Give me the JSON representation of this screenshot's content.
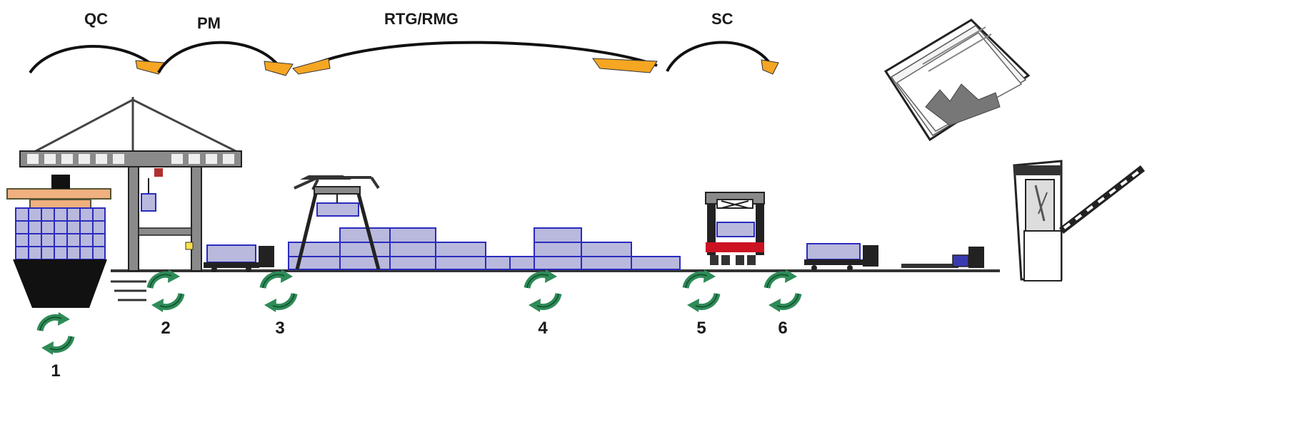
{
  "flow_labels": {
    "qc": "QC",
    "pm": "PM",
    "rtg_rmg": "RTG/RMG",
    "sc": "SC"
  },
  "process_points": [
    {
      "number": "1",
      "icon": "cycle-icon"
    },
    {
      "number": "2",
      "icon": "cycle-icon"
    },
    {
      "number": "3",
      "icon": "cycle-icon"
    },
    {
      "number": "4",
      "icon": "cycle-icon"
    },
    {
      "number": "5",
      "icon": "cycle-icon"
    },
    {
      "number": "6",
      "icon": "cycle-icon"
    }
  ],
  "colors": {
    "container_fill": "#b9b9dd",
    "container_stroke": "#2b2bbf",
    "crane_gray": "#8a8a8a",
    "arrow_orange": "#f5a623",
    "cycle_green": "#2e8b57",
    "ship_hull": "#111111",
    "deck_orange": "#f0b080"
  }
}
